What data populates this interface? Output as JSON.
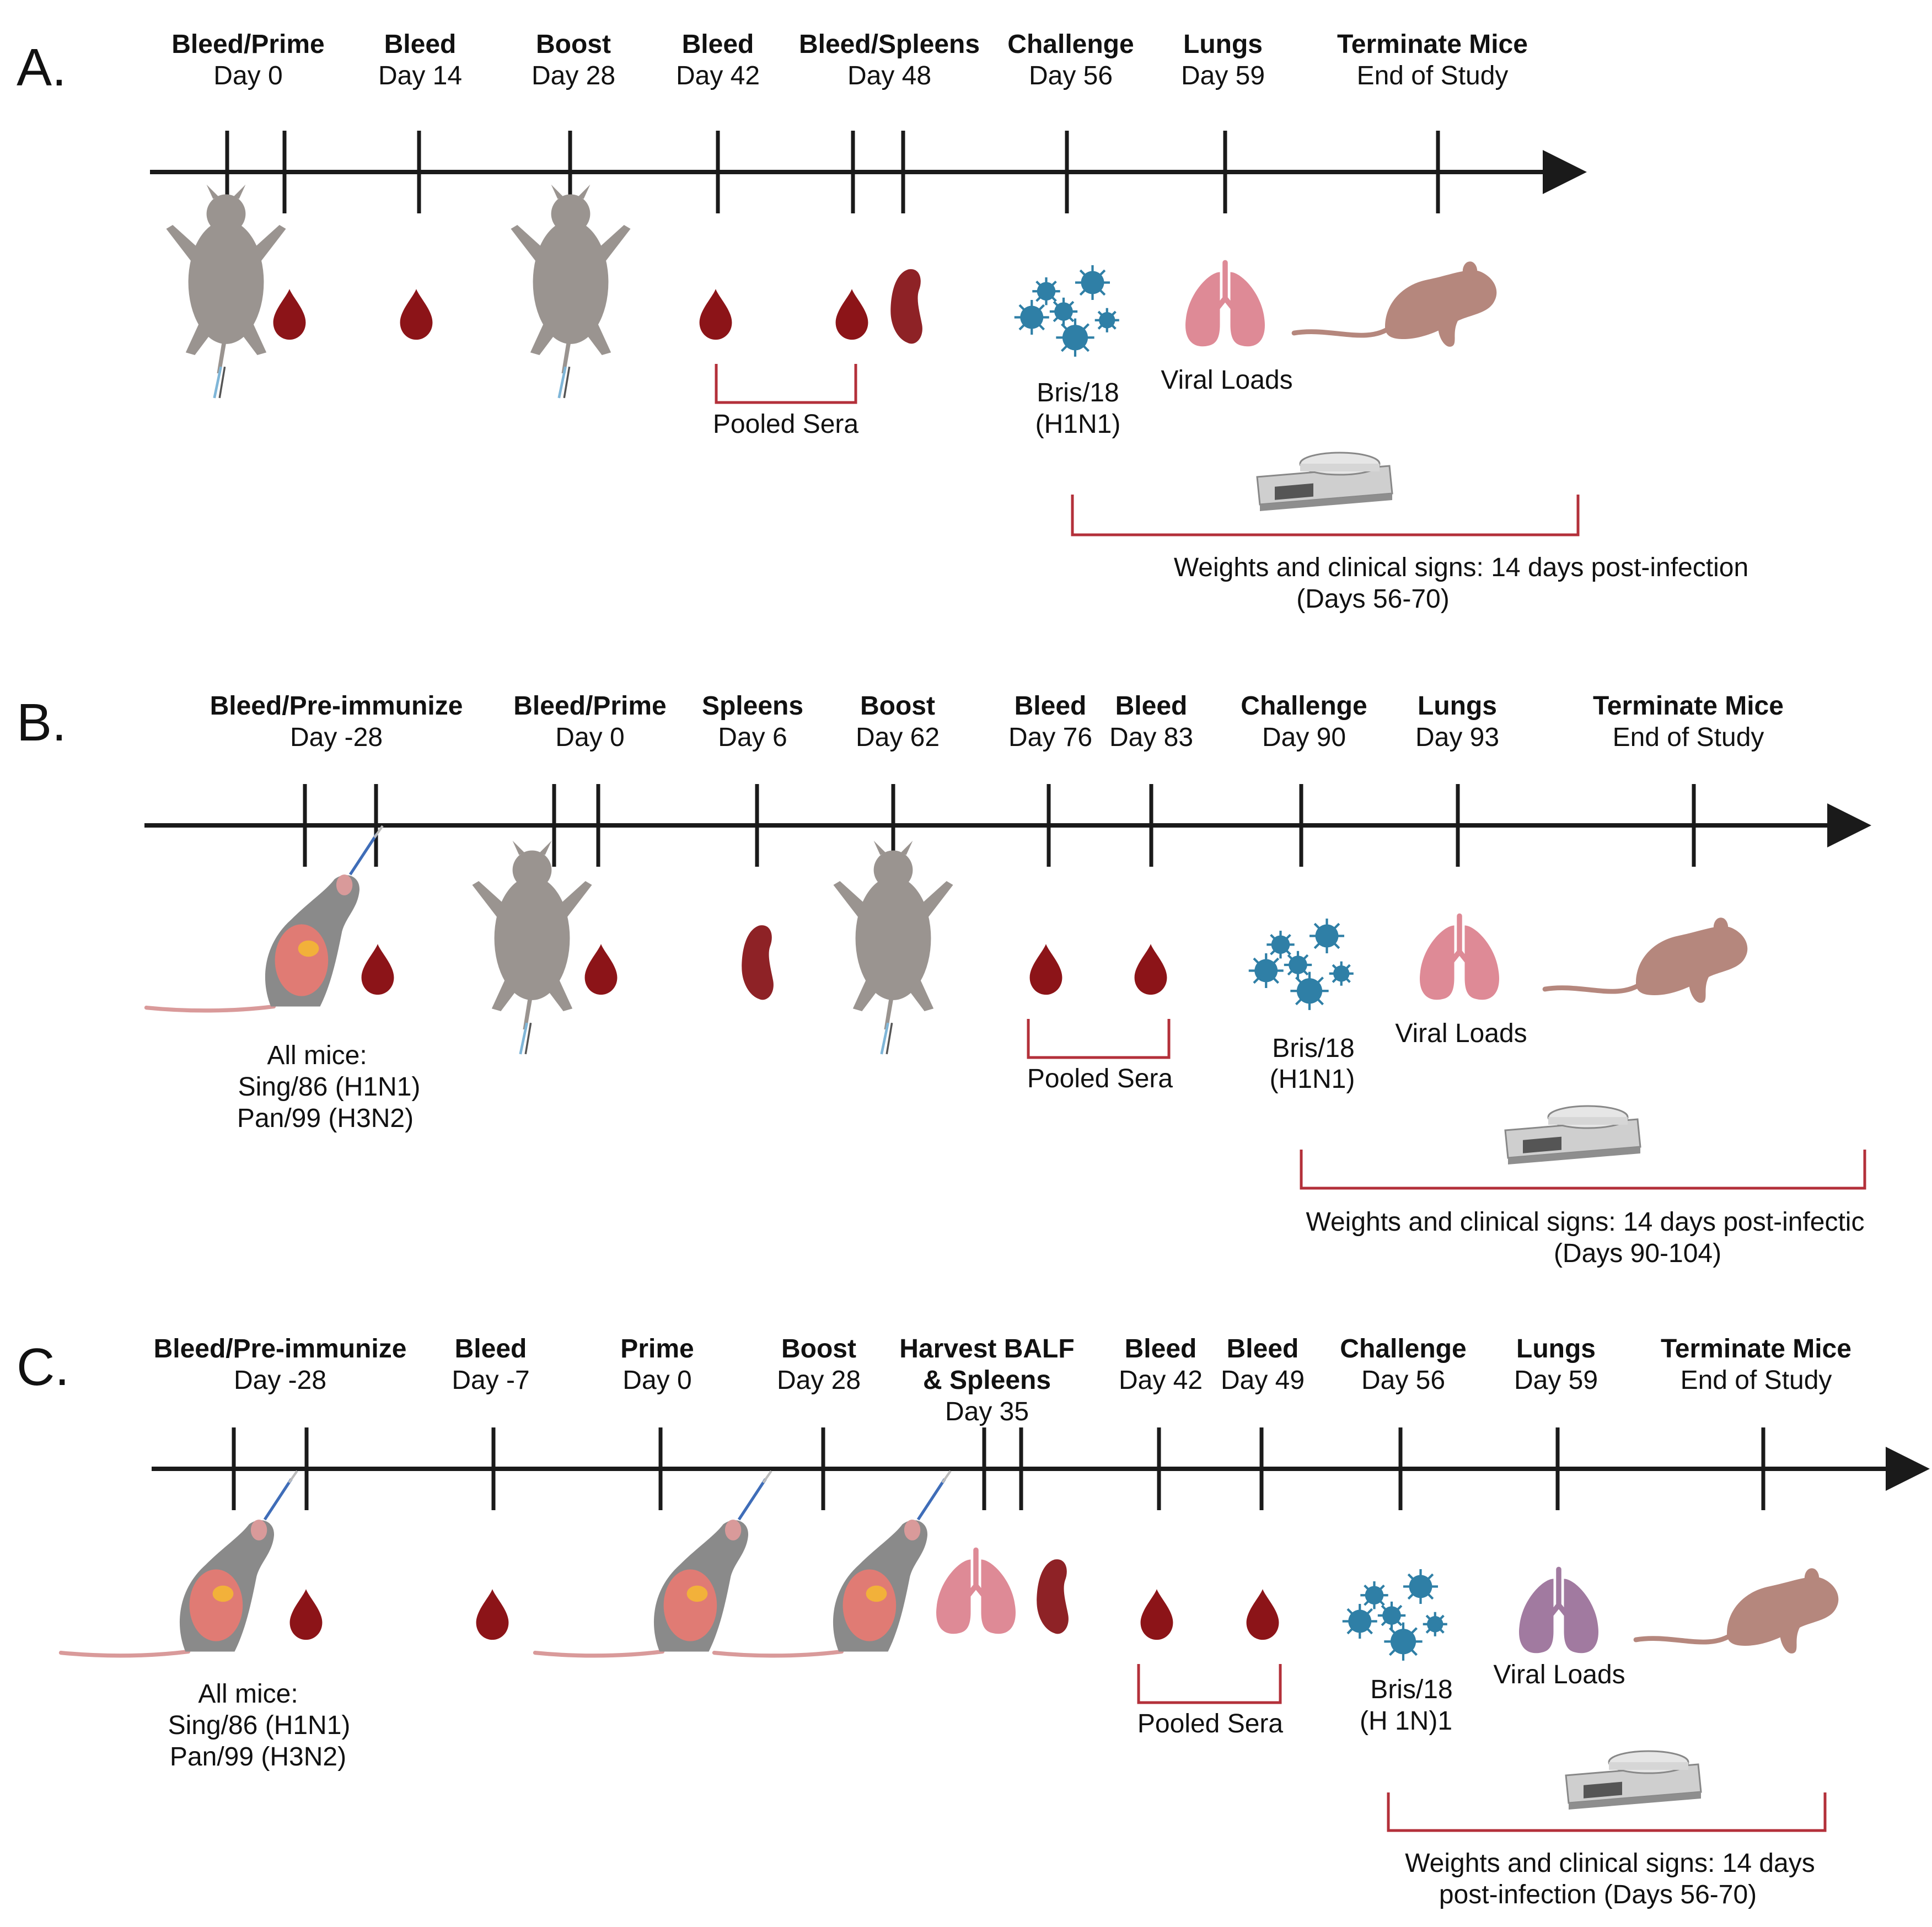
{
  "colors": {
    "axis": "#1a1a1a",
    "blood": "#8c1418",
    "spleen": "#8e2226",
    "bracket": "#b3303a",
    "mouse_gray": "#9a9490",
    "mouse_brown": "#b5877d",
    "virus": "#2f7fa6",
    "lung_pink": "#de8a96",
    "lung_purple": "#a17aa0",
    "scale": "#c9c9c9"
  },
  "panels": [
    {
      "label": "A.",
      "events": [
        {
          "title": "Bleed/Prime",
          "day": "Day 0"
        },
        {
          "title": "Bleed",
          "day": "Day 14"
        },
        {
          "title": "Boost",
          "day": "Day 28"
        },
        {
          "title": "Bleed",
          "day": "Day 42"
        },
        {
          "title": "Bleed/Spleens",
          "day": "Day 48"
        },
        {
          "title": "Challenge",
          "day": "Day 56"
        },
        {
          "title": "Lungs",
          "day": "Day 59"
        },
        {
          "title": "Terminate Mice",
          "day": "End of Study"
        }
      ],
      "pooled_sera": "Pooled Sera",
      "virus_lines": [
        "Bris/18",
        "(H1N1)"
      ],
      "viral_loads": "Viral Loads",
      "weights_lines": [
        "Weights and clinical signs: 14 days post-infection",
        "(Days 56-70)"
      ]
    },
    {
      "label": "B.",
      "events": [
        {
          "title": "Bleed/Pre-immunize",
          "day": "Day -28"
        },
        {
          "title": "Bleed/Prime",
          "day": "Day 0"
        },
        {
          "title": "Spleens",
          "day": "Day 6"
        },
        {
          "title": "Boost",
          "day": "Day 62"
        },
        {
          "title": "Bleed",
          "day": "Day 76"
        },
        {
          "title": "Bleed",
          "day": "Day 83"
        },
        {
          "title": "Challenge",
          "day": "Day 90"
        },
        {
          "title": "Lungs",
          "day": "Day 93"
        },
        {
          "title": "Terminate Mice",
          "day": "End of Study"
        }
      ],
      "all_mice_lines": [
        "All mice:",
        "Sing/86 (H1N1)",
        "Pan/99  (H3N2)"
      ],
      "pooled_sera": "Pooled Sera",
      "virus_lines": [
        "Bris/18",
        "(H1N1)"
      ],
      "viral_loads": "Viral Loads",
      "weights_lines": [
        "Weights and clinical signs: 14 days post-infectic",
        "(Days 90-104)"
      ]
    },
    {
      "label": "C.",
      "events": [
        {
          "title": "Bleed/Pre-immunize",
          "day": "Day -28"
        },
        {
          "title": "Bleed",
          "day": "Day -7"
        },
        {
          "title": "Prime",
          "day": "Day 0"
        },
        {
          "title": "Boost",
          "day": "Day 28"
        },
        {
          "title": "Harvest BALF",
          "title2": "& Spleens",
          "day": "Day 35"
        },
        {
          "title": "Bleed",
          "day": "Day 42"
        },
        {
          "title": "Bleed",
          "day": "Day 49"
        },
        {
          "title": "Challenge",
          "day": "Day 56"
        },
        {
          "title": "Lungs",
          "day": "Day 59"
        },
        {
          "title": "Terminate Mice",
          "day": "End of Study"
        }
      ],
      "all_mice_lines": [
        "All mice:",
        "Sing/86 (H1N1)",
        "Pan/99  (H3N2)"
      ],
      "pooled_sera": "Pooled Sera",
      "virus_lines": [
        "Bris/18",
        "(H   1N)1"
      ],
      "viral_loads": "Viral Loads",
      "weights_lines": [
        "Weights and clinical signs: 14 days",
        "post-infection  (Days 56-70)"
      ]
    }
  ]
}
